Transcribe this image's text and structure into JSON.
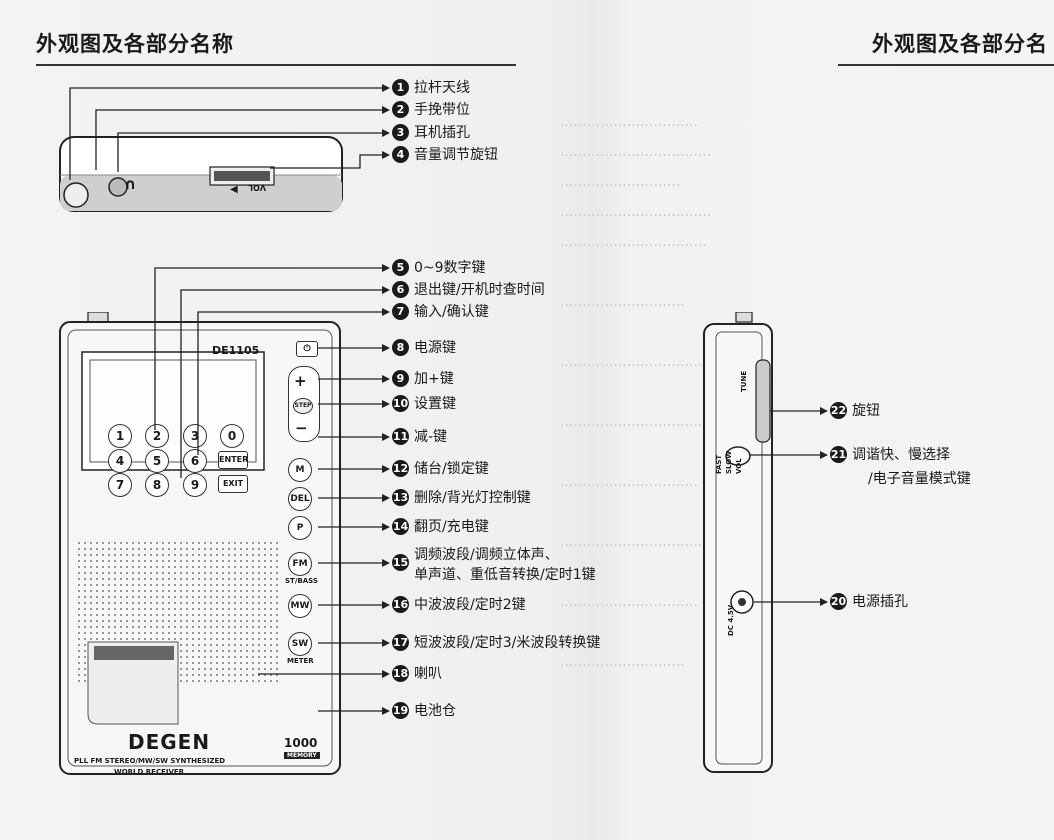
{
  "left_header": "外观图及各部分名称",
  "right_header": "外观图及各部分名",
  "radio": {
    "model": "DE1105",
    "brand": "DEGEN",
    "subtitle1": "PLL FM STEREO/MW/SW SYNTHESIZED",
    "subtitle2": "WORLD RECEIVER",
    "memory_big": "1000",
    "memory_small": "MEMORY",
    "vol": "VOL",
    "step": "STEP",
    "stbass": "ST/BASS",
    "meter": "METER",
    "enter": "ENTER",
    "exit": "EXIT",
    "keys": [
      "1",
      "2",
      "3",
      "0",
      "4",
      "5",
      "6",
      "7",
      "8",
      "9"
    ],
    "side_keys": [
      "M",
      "DEL",
      "P",
      "FM",
      "MW",
      "SW"
    ],
    "side_label_tune": "TUNE",
    "side_label_fast": "FAST",
    "side_label_slow": "SLOW",
    "side_label_vol": "VOL",
    "side_label_dc": "DC 4.5V"
  },
  "labels": [
    {
      "n": "1",
      "text": "拉杆天线"
    },
    {
      "n": "2",
      "text": "手挽带位"
    },
    {
      "n": "3",
      "text": "耳机插孔"
    },
    {
      "n": "4",
      "text": "音量调节旋钮"
    },
    {
      "n": "5",
      "text": "0~9数字键"
    },
    {
      "n": "6",
      "text": "退出键/开机时查时间"
    },
    {
      "n": "7",
      "text": "输入/确认键"
    },
    {
      "n": "8",
      "text": "电源键"
    },
    {
      "n": "9",
      "text": "加+键"
    },
    {
      "n": "10",
      "text": "设置键"
    },
    {
      "n": "11",
      "text": "减-键"
    },
    {
      "n": "12",
      "text": "储台/锁定键"
    },
    {
      "n": "13",
      "text": "删除/背光灯控制键"
    },
    {
      "n": "14",
      "text": "翻页/充电键"
    },
    {
      "n": "15",
      "text": "调频波段/调频立体声、"
    },
    {
      "n": "16",
      "text": "中波波段/定时2键"
    },
    {
      "n": "17",
      "text": "短波波段/定时3/米波段转换键"
    },
    {
      "n": "18",
      "text": "喇叭"
    },
    {
      "n": "19",
      "text": "电池仓"
    },
    {
      "n": "20",
      "text": "电源插孔"
    },
    {
      "n": "21",
      "text": "调谐快、慢选择"
    },
    {
      "n": "22",
      "text": "旋钮"
    }
  ],
  "label15_line2": "单声道、重低音转换/定时1键",
  "label21_line2": "/电子音量模式键"
}
